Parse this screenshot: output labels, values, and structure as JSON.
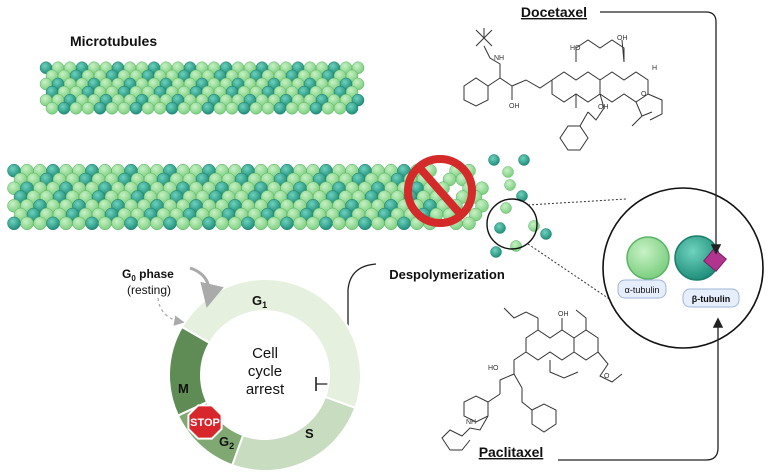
{
  "labels": {
    "microtubules": "Microtubules",
    "docetaxel": "Docetaxel",
    "paclitaxel": "Paclitaxel",
    "depolymerization": "Despolymerization",
    "g0_g": "G",
    "g0_sub": "0",
    "g0_phase": " phase",
    "resting": "(resting)",
    "g1": "G",
    "g1_sub": "1",
    "s": "S",
    "m": "M",
    "g2": "G",
    "g2_sub": "2",
    "stop": "STOP",
    "arrest_1": "Cell",
    "arrest_2": "cycle",
    "arrest_3": "arrest",
    "alpha_tubulin": "α-tubulin",
    "beta_tubulin": "β-tubulin"
  },
  "chem_labels": {
    "ho": "HO",
    "oh": "OH",
    "o": "O",
    "nh": "NH",
    "h": "H"
  },
  "colors": {
    "tubulin_light": "#9fe0a0",
    "tubulin_dark": "#2fa58f",
    "inhibit_red": "#d42a2a",
    "cycle_g1": "#e6f0de",
    "cycle_s": "#c8dcc0",
    "cycle_g2": "#7fa872",
    "cycle_m": "#5f8c55",
    "drug_magenta": "#b1348f",
    "label_box": "#e6eefb"
  }
}
